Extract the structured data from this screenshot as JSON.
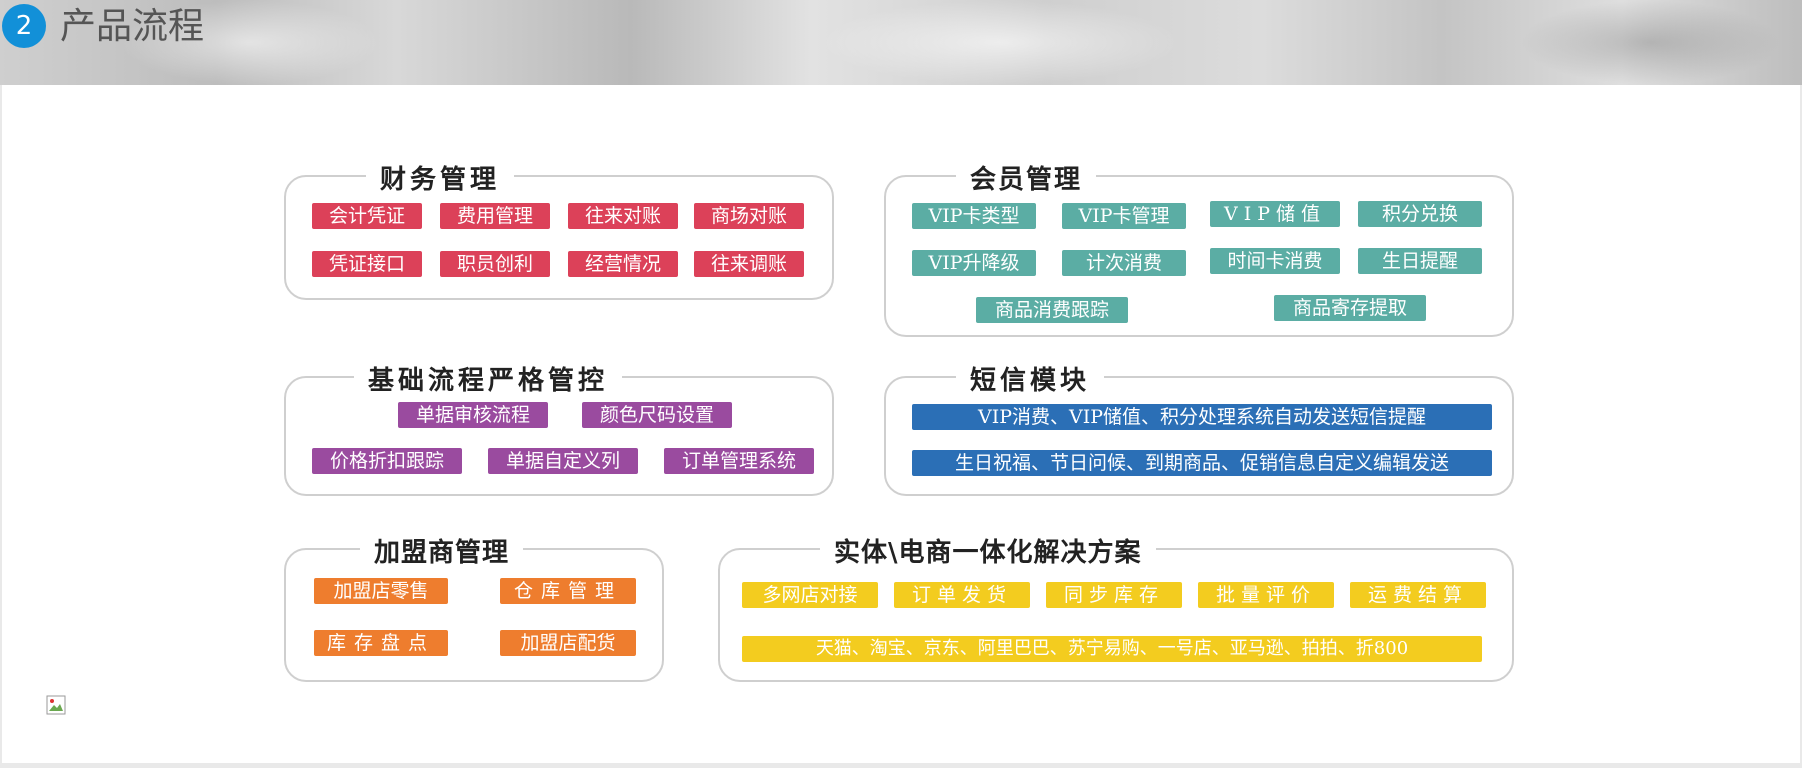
{
  "header": {
    "step_number": "2",
    "title": "产品流程"
  },
  "colors": {
    "badge": "#1290d8",
    "finance": "#dc4159",
    "member": "#5bada4",
    "process": "#9a4b9f",
    "sms": "#2b6fb6",
    "franchise": "#ee7d2e",
    "ecommerce": "#f3cc1f"
  },
  "finance": {
    "title": "财务管理",
    "items": [
      "会计凭证",
      "费用管理",
      "往来对账",
      "商场对账",
      "凭证接口",
      "职员创利",
      "经营情况",
      "往来调账"
    ]
  },
  "member": {
    "title": "会员管理",
    "items": [
      "VIP卡类型",
      "VIP卡管理",
      "VIP储值",
      "积分兑换",
      "VIP升降级",
      "计次消费",
      "时间卡消费",
      "生日提醒",
      "商品消费跟踪",
      "商品寄存提取"
    ]
  },
  "process": {
    "title": "基础流程严格管控",
    "items": [
      "单据审核流程",
      "颜色尺码设置",
      "价格折扣跟踪",
      "单据自定义列",
      "订单管理系统"
    ]
  },
  "sms": {
    "title": "短信模块",
    "items": [
      "VIP消费、VIP储值、积分处理系统自动发送短信提醒",
      "生日祝福、节日问候、到期商品、促销信息自定义编辑发送"
    ]
  },
  "franchise": {
    "title": "加盟商管理",
    "items": [
      "加盟店零售",
      "仓库管理",
      "库存盘点",
      "加盟店配货"
    ]
  },
  "ecommerce": {
    "title": "实体\\电商一体化解决方案",
    "items": [
      "多网店对接",
      "订单发货",
      "同步库存",
      "批量评价",
      "运费结算",
      "天猫、淘宝、京东、阿里巴巴、苏宁易购、一号店、亚马逊、拍拍、折800"
    ]
  }
}
